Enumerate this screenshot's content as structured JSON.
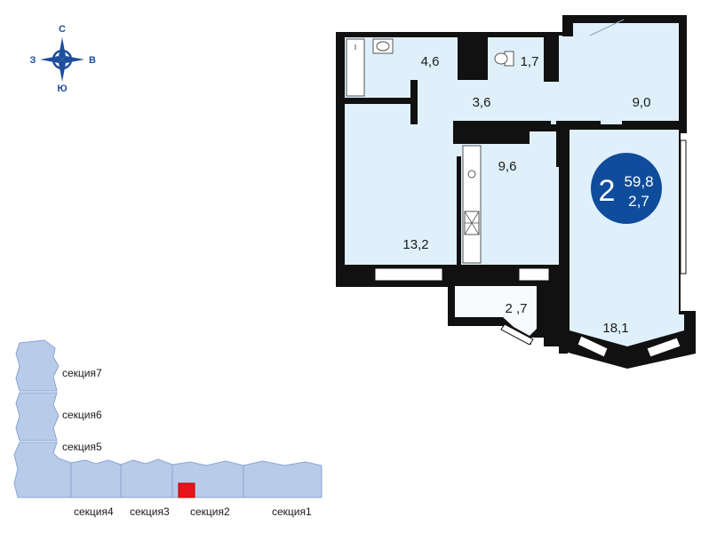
{
  "compass": {
    "north": "С",
    "south": "Ю",
    "west": "З",
    "east": "В"
  },
  "rooms": {
    "bathroom": "4,6",
    "toilet": "1,7",
    "hall": "3,6",
    "corridor": "9,0",
    "kitchen": "9,6",
    "bedroom": "13,2",
    "balcony": "2 ,7",
    "living_room": "18,1"
  },
  "badge": {
    "rooms_count": "2",
    "total_area": "59,8",
    "balcony_area": "2,7"
  },
  "sections": {
    "s7": "секция7",
    "s6": "секция6",
    "s5": "секция5",
    "s4": "секция4",
    "s3": "секция3",
    "s2": "секция2",
    "s1": "секция1"
  },
  "colors": {
    "floor": "#dff0fa",
    "wall": "#111111",
    "badge": "#0f4c9b",
    "compass": "#1e4f9c",
    "building": "#b8cbe8",
    "building_outline": "#8aa4d6",
    "highlight": "#e8141b"
  }
}
